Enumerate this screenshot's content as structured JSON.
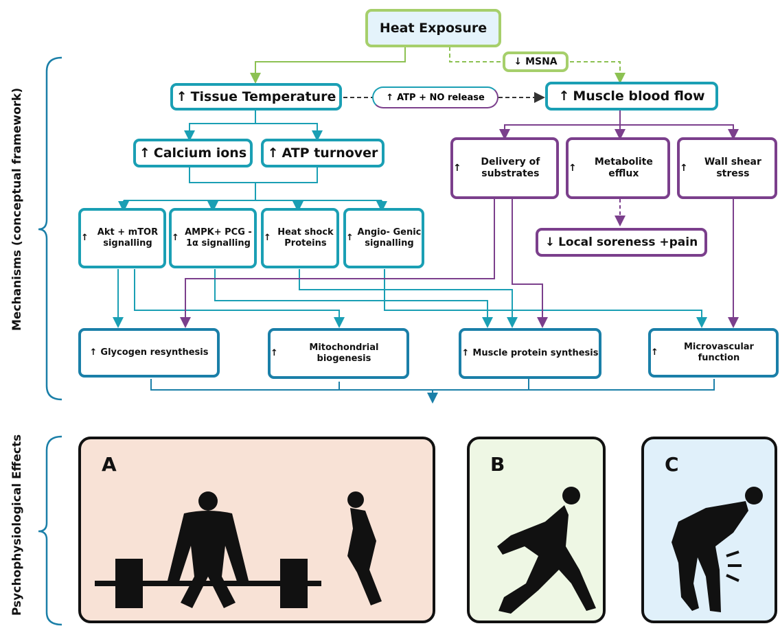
{
  "top": {
    "heat_exposure": "Heat Exposure",
    "msna": "MSNA",
    "msna_arrow": "↓"
  },
  "tier1": {
    "tissue_temperature": "Tissue Temperature",
    "pill": "ATP + NO release",
    "pill_arrow": "↑",
    "muscle_blood_flow": "Muscle blood flow",
    "up_arrow": "↑"
  },
  "tier2": {
    "calcium_ions": "Calcium ions",
    "atp_turnover": "ATP turnover",
    "delivery_of_substrates": "Delivery of substrates",
    "metabolite_efflux": "Metabolite efflux",
    "wall_shear_stress": "Wall shear stress"
  },
  "tier3": {
    "akt_mtor": "Akt + mTOR signalling",
    "ampk_pgc": "AMPK+ PCG - 1α signalling",
    "heat_shock": "Heat shock Proteins",
    "angiogenic": "Angio- Genic signalling",
    "local_soreness": "Local soreness +pain",
    "down_arrow": "↓"
  },
  "outcomes": {
    "glycogen": "Glycogen resynthesis",
    "mitochondrial": "Mitochondrial biogenesis",
    "muscle_protein": "Muscle protein synthesis",
    "microvascular": "Microvascular function"
  },
  "side_labels": {
    "mechanisms": "Mechanisms (conceptual framework)",
    "effects": "Psychophysiological Effects"
  },
  "panels": {
    "a": "A",
    "b": "B",
    "c": "C"
  },
  "colors": {
    "teal": "#1a9fb4",
    "blue": "#1a7fa8",
    "purple": "#7b3f8c",
    "green": "#a6cf6b",
    "panel_a_bg": "#f8e2d6",
    "panel_b_bg": "#eef7e4",
    "panel_c_bg": "#e0f0fa"
  }
}
